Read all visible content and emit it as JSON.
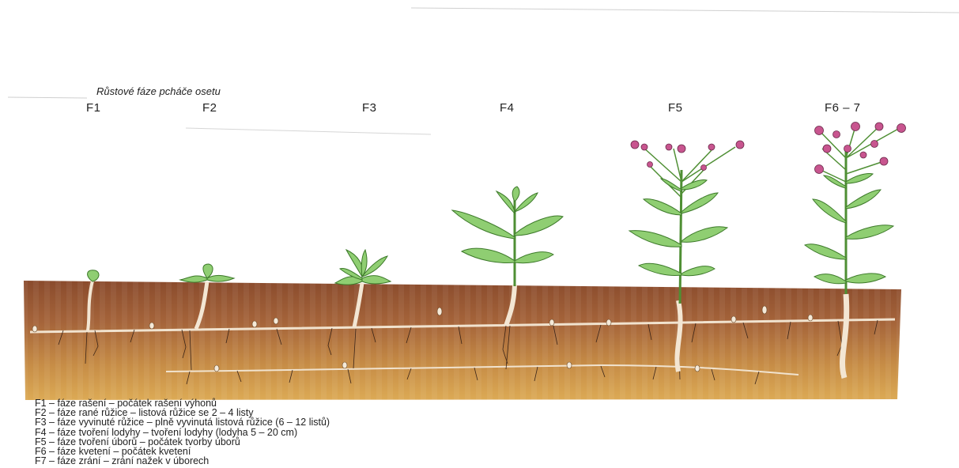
{
  "title": "Růstové fáze pcháče osetu",
  "phases": [
    "F1",
    "F2",
    "F3",
    "F4",
    "F5",
    "F6 – 7"
  ],
  "legend": [
    "F1 – fáze rašení – počátek rašení výhonů",
    "F2 – fáze rané růžice – listová růžice se 2 – 4 listy",
    "F3 – fáze vyvinuté růžice – plně vyvinutá listová růžice (6 – 12 listů)",
    "F4 – fáze tvoření lodyhy – tvoření lodyhy (lodyha 5 – 20 cm)",
    "F5 – fáze tvoření úborů – počátek tvorby úborů",
    "F6 – fáze kvetení – počátek kvetení",
    "F7 – fáze zrání – zrání nažek v úborech"
  ],
  "colors": {
    "soil_top": "#8c4e2e",
    "soil_bottom": "#d9a64e",
    "leaf": "#8fce72",
    "leaf_edge": "#3d7a2a",
    "root": "#f3e6d3",
    "flower": "#c8558f"
  }
}
